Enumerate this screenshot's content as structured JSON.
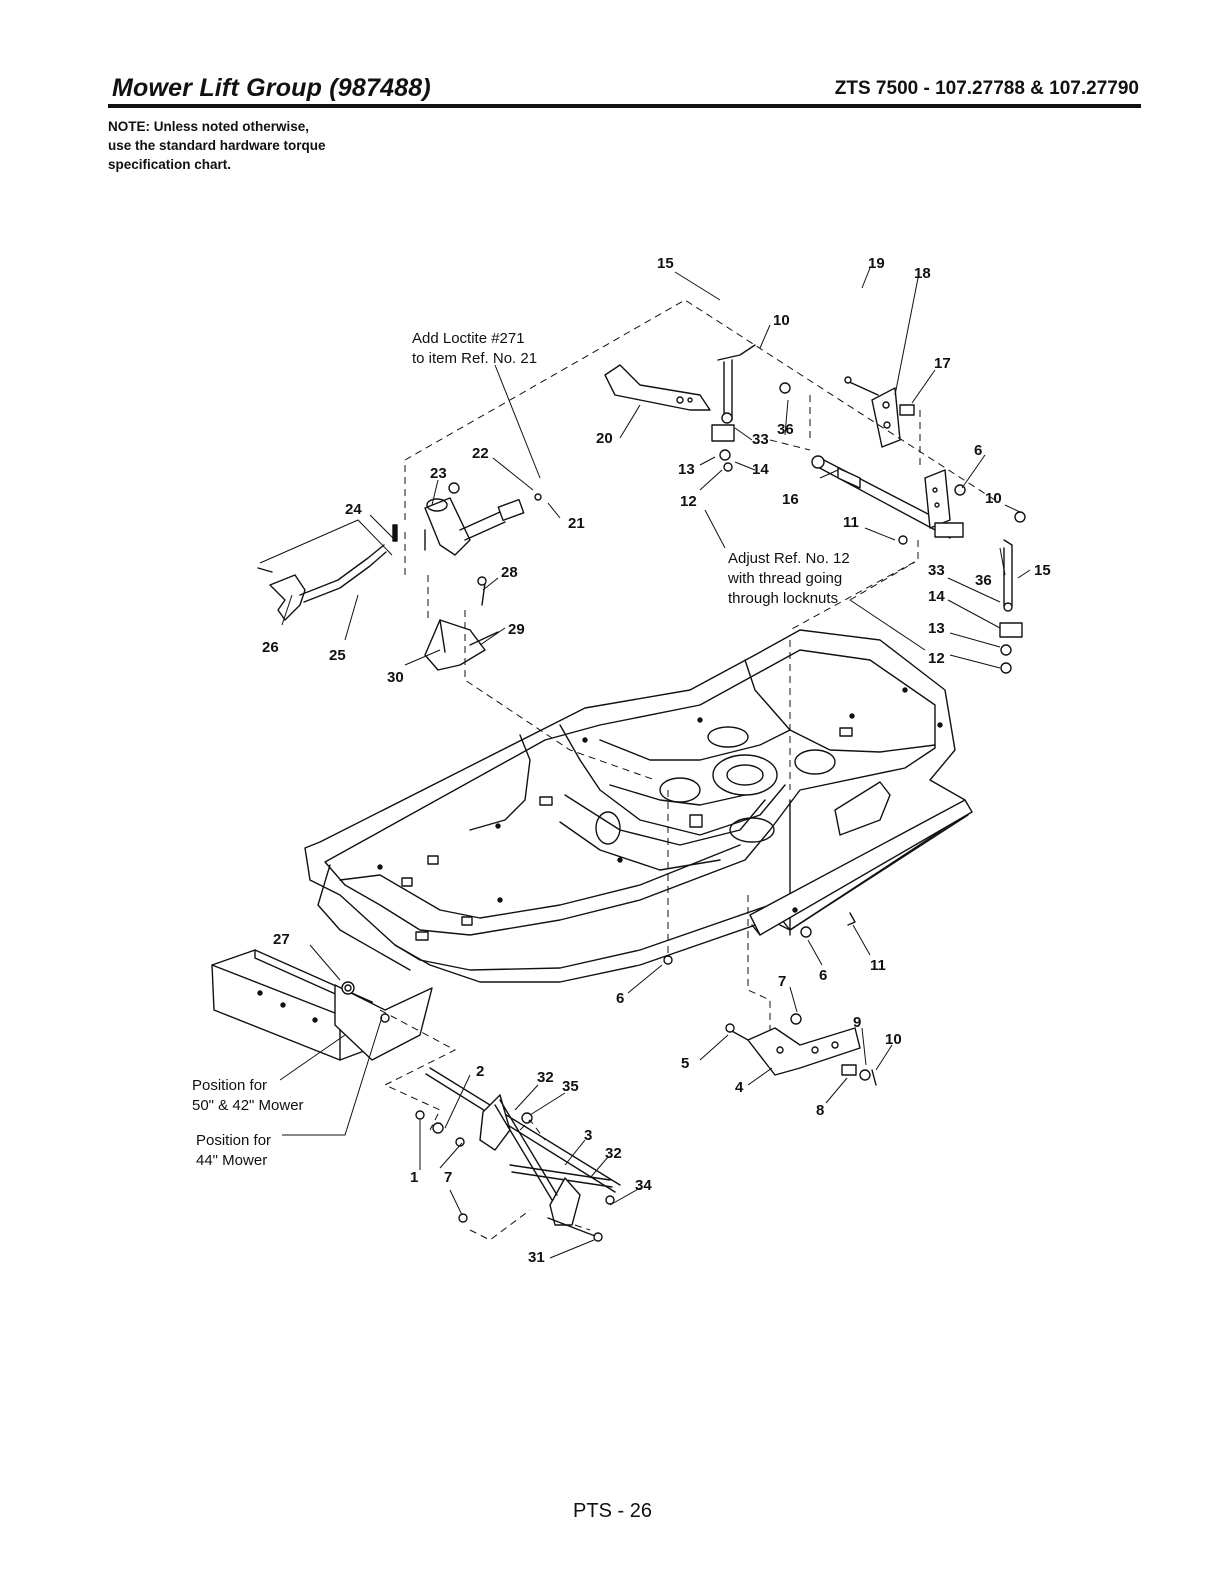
{
  "header": {
    "title": "Mower Lift Group (987488)",
    "model": "ZTS 7500 - 107.27788 & 107.27790"
  },
  "note": {
    "lines": [
      "NOTE: Unless noted otherwise,",
      "use the standard hardware torque",
      "specification chart."
    ]
  },
  "annotations": {
    "loctite": [
      "Add Loctite #271",
      "to item Ref. No. 21"
    ],
    "adjust": [
      "Adjust Ref. No. 12",
      "with thread going",
      "through locknuts"
    ],
    "position_50_42": [
      "Position for",
      "50\" & 42\" Mower"
    ],
    "position_44": [
      "Position for",
      "44\" Mower"
    ]
  },
  "callouts": {
    "c10a": "10",
    "c15a": "15",
    "c19": "19",
    "c18": "18",
    "c17": "17",
    "c20": "20",
    "c33a": "33",
    "c36a": "36",
    "c6a": "6",
    "c13a": "13",
    "c14a": "14",
    "c12a": "12",
    "c16": "16",
    "c10b": "10",
    "c11a": "11",
    "c33b": "33",
    "c36b": "36",
    "c15b": "15",
    "c14b": "14",
    "c13b": "13",
    "c12b": "12",
    "c22": "22",
    "c23": "23",
    "c24": "24",
    "c21": "21",
    "c28": "28",
    "c29": "29",
    "c26": "26",
    "c25": "25",
    "c30": "30",
    "c27": "27",
    "c6b": "6",
    "c11b": "11",
    "c6c": "6",
    "c7a": "7",
    "c9": "9",
    "c10c": "10",
    "c5": "5",
    "c4": "4",
    "c8": "8",
    "c2": "2",
    "c32a": "32",
    "c35": "35",
    "c3": "3",
    "c32b": "32",
    "c1": "1",
    "c7b": "7",
    "c34": "34",
    "c31": "31"
  },
  "footer": {
    "page": "PTS - 26"
  }
}
